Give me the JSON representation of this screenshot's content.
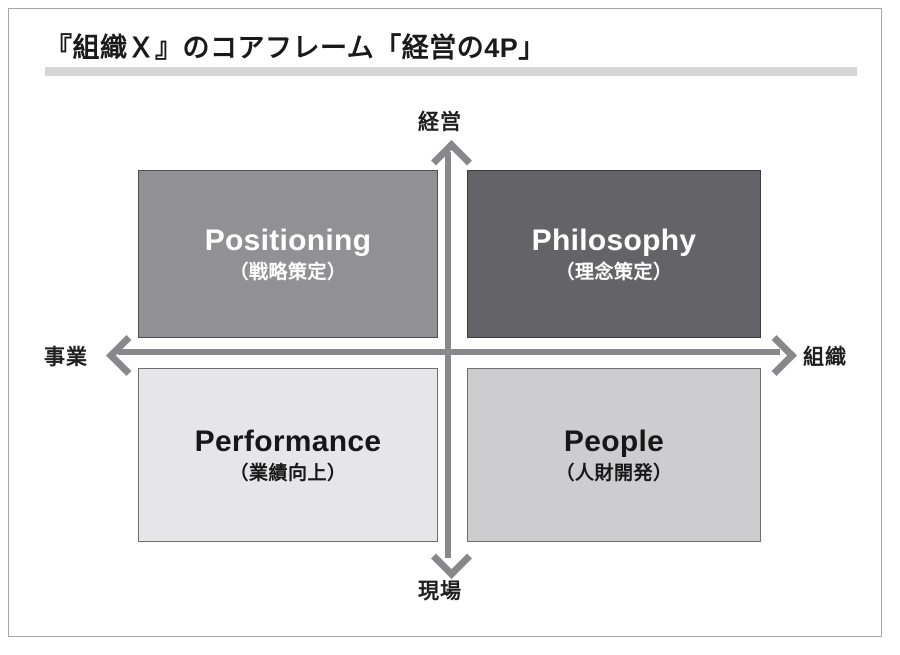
{
  "frame": {
    "title": "『組織Ｘ』のコアフレーム「経営の4P」"
  },
  "axes": {
    "vertical": {
      "top_label": "経営",
      "bottom_label": "現場"
    },
    "horizontal": {
      "left_label": "事業",
      "right_label": "組織"
    },
    "color": "#88888c"
  },
  "quadrants": [
    {
      "key": "positioning",
      "title": "Positioning",
      "subtitle": "（戦略策定）",
      "position": "top-left",
      "fill": "#919195",
      "text_color": "#ffffff"
    },
    {
      "key": "philosophy",
      "title": "Philosophy",
      "subtitle": "（理念策定）",
      "position": "top-right",
      "fill": "#646468",
      "text_color": "#ffffff"
    },
    {
      "key": "performance",
      "title": "Performance",
      "subtitle": "（業績向上）",
      "position": "bottom-left",
      "fill": "#e6e6e8",
      "text_color": "#171717"
    },
    {
      "key": "people",
      "title": "People",
      "subtitle": "（人財開発）",
      "position": "bottom-right",
      "fill": "#cdcdcf",
      "text_color": "#171717"
    }
  ],
  "accent": {
    "title_underline": "#d5d5d6",
    "frame_border": "#a6a6a6"
  }
}
